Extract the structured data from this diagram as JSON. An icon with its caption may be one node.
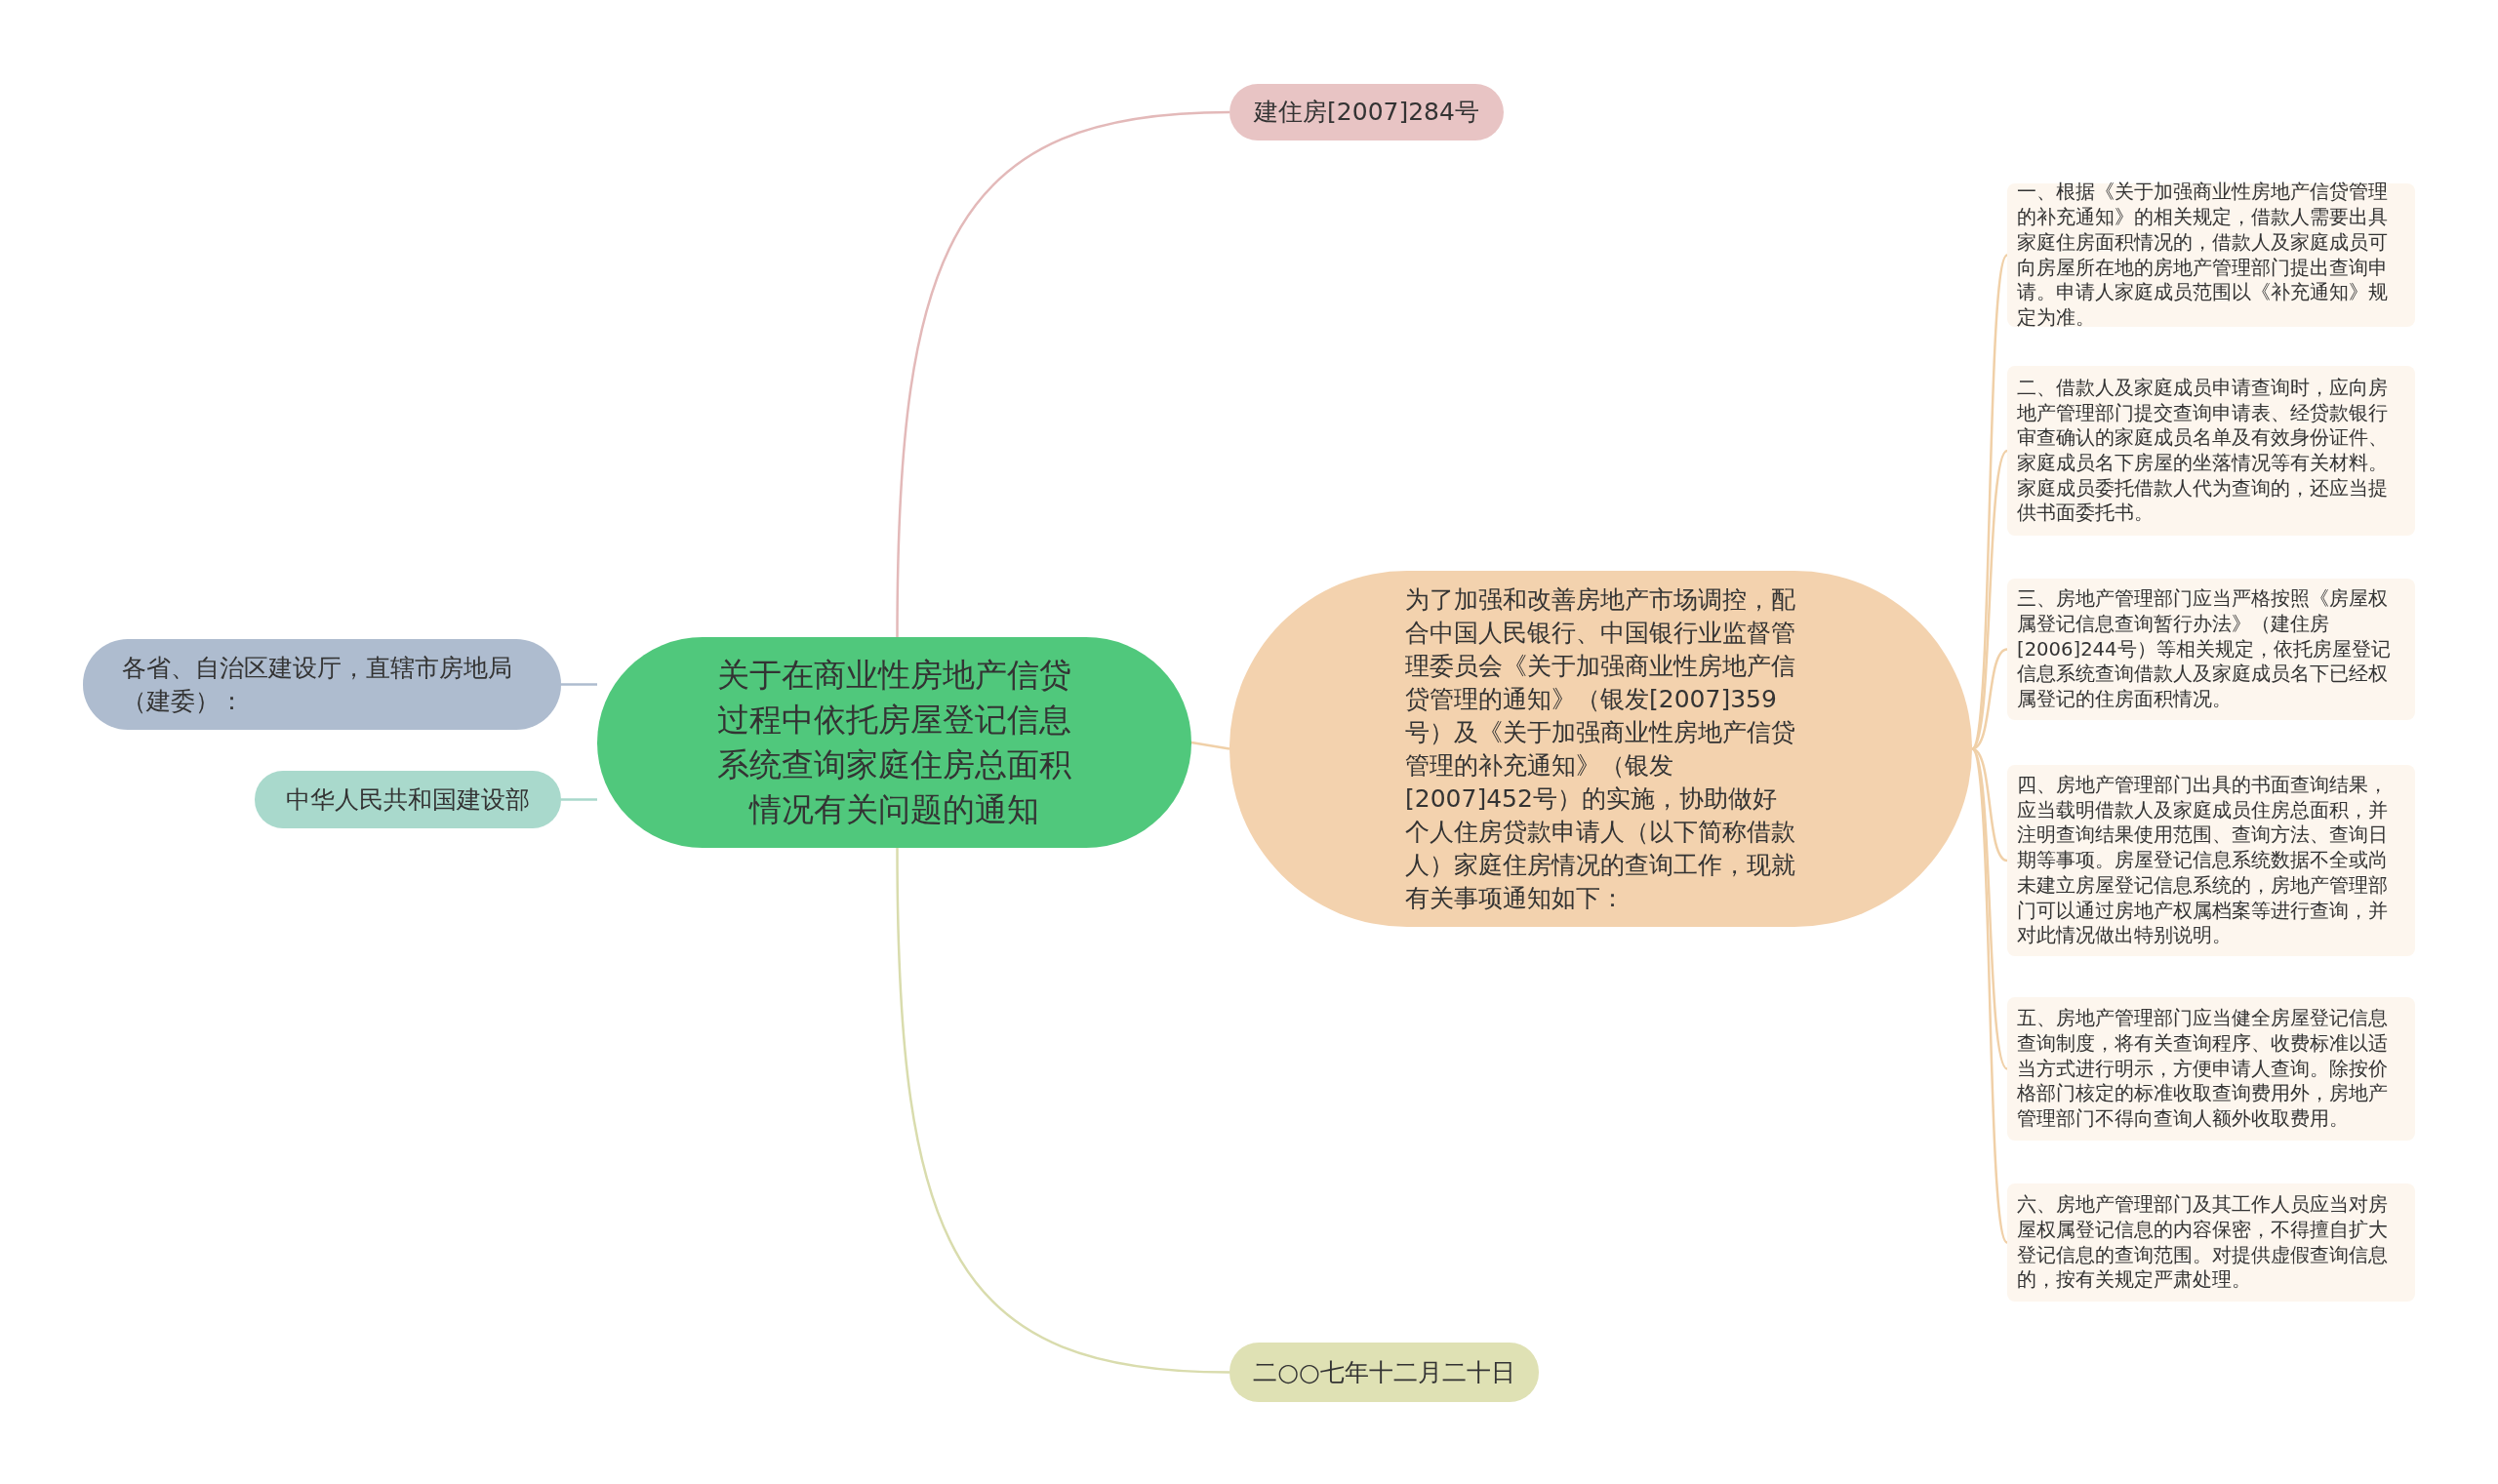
{
  "diagram": {
    "nodes": [
      {
        "text": [
          "关于在商业性房地产信贷过程中依托房屋登记信息系统查询家庭住房总面积情况有关问题的通知"
        ]
      },
      {
        "text": [
          "建住房[2007]284号"
        ]
      },
      {
        "text": [
          "为了加强和改善房地产市场调控，配合中国人民银行、中国银行业监督管理委员会《关于加强商业性房地产信贷管理的通知》（银发[2007]359号）及《关于加强商业性房地产信贷管理的补充通知》（银发[2007]452号）的实施，协助做好个人住房贷款申请人（以下简称借款人）家庭住房情况的查询工作，现就有关事项通知如下："
        ]
      },
      {
        "text": [
          "二○○七年十二月二十日"
        ]
      },
      {
        "text": [
          "各省、自治区建设厅，直辖市房地局（建委）："
        ]
      },
      {
        "text": [
          "中华人民共和国建设部"
        ]
      },
      {
        "text": [
          "一、根据《关于加强商业性房地产信贷管理的补充通知》的相关规定，借款人需要出具家庭住房面积情况的，借款人及家庭成员可向房屋所在地的房地产管理部门提出查询申请。申请人家庭成员范围以《补充通知》规定为准。"
        ]
      },
      {
        "text": [
          "二、借款人及家庭成员申请查询时，应向房地产管理部门提交查询申请表、经贷款银行审查确认的家庭成员名单及有效身份证件、家庭成员名下房屋的坐落情况等有关材料。家庭成员委托借款人代为查询的，还应当提供书面委托书。"
        ]
      },
      {
        "text": [
          "三、房地产管理部门应当严格按照《房屋权属登记信息查询暂行办法》（建住房[2006]244号）等相关规定，依托房屋登记信息系统查询借款人及家庭成员名下已经权属登记的住房面积情况。"
        ]
      },
      {
        "text": [
          "四、房地产管理部门出具的书面查询结果，应当载明借款人及家庭成员住房总面积，并注明查询结果使用范围、查询方法、查询日期等事项。房屋登记信息系统数据不全或尚未建立房屋登记信息系统的，房地产管理部门可以通过房地产权属档案等进行查询，并对此情况做出特别说明。"
        ]
      },
      {
        "text": [
          "五、房地产管理部门应当健全房屋登记信息查询制度，将有关查询程序、收费标准以适当方式进行明示，方便申请人查询。除按价格部门核定的标准收取查询费用外，房地产管理部门不得向查询人额外收取费用。"
        ]
      },
      {
        "text": [
          "六、房地产管理部门及其工作人员应当对房屋权属登记信息的内容保密，不得擅自扩大登记信息的查询范围。对提供虚假查询信息的，按有关规定严肃处理。"
        ]
      }
    ],
    "edges": [
      {
        "from": 0,
        "to": 1,
        "arrow": "none",
        "color": "#e3b9b9"
      },
      {
        "from": 0,
        "to": 2,
        "arrow": "none"
      },
      {
        "from": 0,
        "to": 3,
        "arrow": "none",
        "color": "#d9dcad"
      },
      {
        "from": 0,
        "to": 4,
        "arrow": "none",
        "color": "#aebccf"
      },
      {
        "from": 0,
        "to": 5,
        "arrow": "none",
        "color": "#a8d8cb"
      },
      {
        "from": 2,
        "to": 6,
        "arrow": "none"
      },
      {
        "from": 2,
        "to": 7,
        "arrow": "none"
      },
      {
        "from": 2,
        "to": 8,
        "arrow": "none"
      },
      {
        "from": 2,
        "to": 9,
        "arrow": "none"
      },
      {
        "from": 2,
        "to": 10,
        "arrow": "none"
      },
      {
        "from": 2,
        "to": 11,
        "arrow": "none"
      }
    ]
  }
}
